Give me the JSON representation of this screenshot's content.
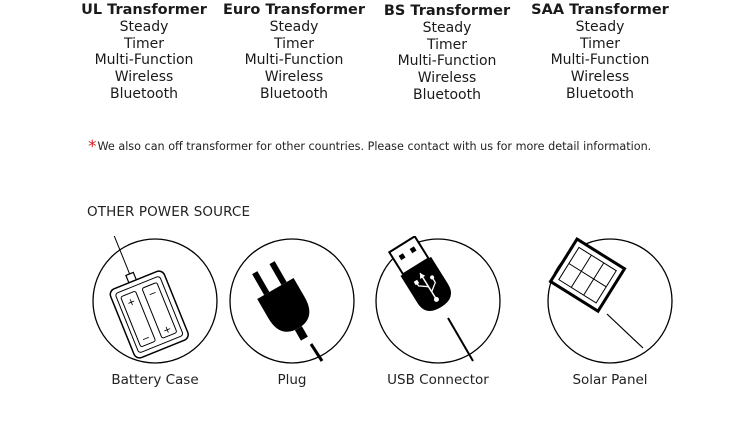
{
  "transformers": [
    {
      "title": "UL Transformer",
      "items": [
        "Steady",
        "Timer",
        "Multi-Function",
        "Wireless",
        "Bluetooth"
      ]
    },
    {
      "title": "Euro Transformer",
      "items": [
        "Steady",
        "Timer",
        "Multi-Function",
        "Wireless",
        "Bluetooth"
      ]
    },
    {
      "title": "BS Transformer",
      "items": [
        "Steady",
        "Timer",
        "Multi-Function",
        "Wireless",
        "Bluetooth"
      ]
    },
    {
      "title": "SAA Transformer",
      "items": [
        "Steady",
        "Timer",
        "Multi-Function",
        "Wireless",
        "Bluetooth"
      ]
    }
  ],
  "note": {
    "star": "*",
    "text": "We also can off transformer for other countries. Please contact with us for more detail information."
  },
  "section_title": "OTHER POWER SOURCE",
  "power_sources": [
    {
      "label": "Battery Case",
      "icon": "battery-case-icon"
    },
    {
      "label": "Plug",
      "icon": "plug-icon"
    },
    {
      "label": "USB Connector",
      "icon": "usb-connector-icon"
    },
    {
      "label": "Solar Panel",
      "icon": "solar-panel-icon"
    }
  ],
  "colors": {
    "text": "#1a1a1a",
    "accent_star": "#e02020",
    "icon": "#000000"
  }
}
